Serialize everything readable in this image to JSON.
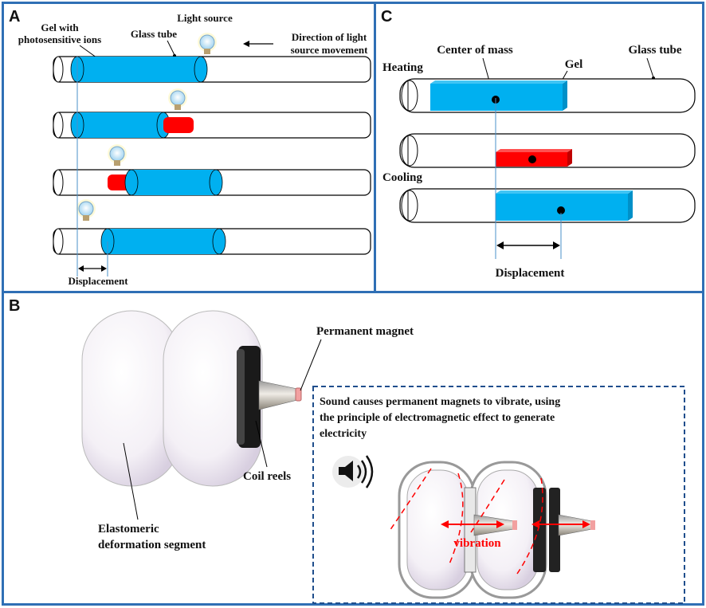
{
  "panel_a": {
    "letter": "A",
    "gel_label_line1": "Gel with",
    "gel_label_line2": "photosensitive ions",
    "glass_tube_label": "Glass tube",
    "light_source_label": "Light source",
    "direction_label_line1": "Direction of light",
    "direction_label_line2": "source movement",
    "displacement_label": "Displacement",
    "colors": {
      "gel": "#00b0f0",
      "heated_gel": "#ff0000"
    }
  },
  "panel_c": {
    "letter": "C",
    "center_of_mass_label": "Center of mass",
    "gel_label": "Gel",
    "glass_tube_label": "Glass tube",
    "heating_label": "Heating",
    "cooling_label": "Cooling",
    "displacement_label": "Displacement"
  },
  "panel_b": {
    "letter": "B",
    "permanent_magnet_label": "Permanent magnet",
    "coil_reels_label": "Coil reels",
    "elastomeric_label_line1": "Elastomeric",
    "elastomeric_label_line2": "deformation segment",
    "sound_text_line1": "Sound causes permanent magnets to vibrate, using",
    "sound_text_line2": "the principle of electromagnetic effect to generate",
    "sound_text_line3": "electricity",
    "vibration_label": "vibration",
    "speaker_icon": "speaker-sound-icon",
    "colors": {
      "vibration": "#ff0000",
      "inset_border": "#1f4e8c"
    }
  }
}
